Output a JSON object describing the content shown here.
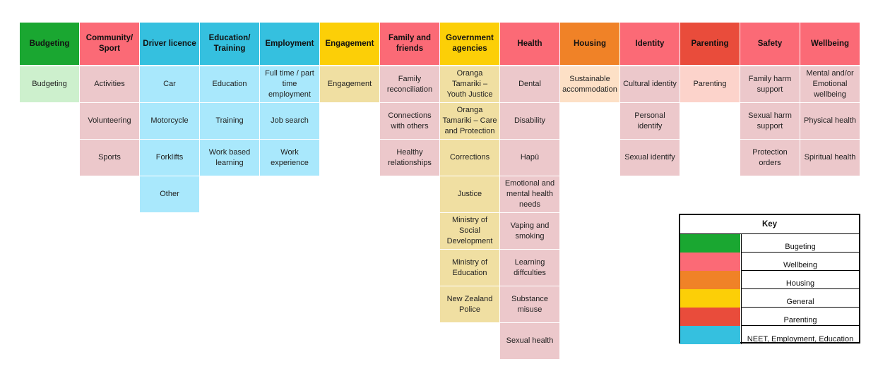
{
  "colors": {
    "dark_green": "#1aa731",
    "pink": "#fb6a76",
    "light_blue": "#a9e8fc",
    "sky": "#35c0df",
    "yellow": "#fccf07",
    "orange": "#f08227",
    "red": "#e94c3b",
    "light_green": "#cdf0cd",
    "pale_pink": "#ecc8cb",
    "tan": "#f0dfa2",
    "peach": "#fde0c6",
    "salmon": "#fcd3cb"
  },
  "columns": [
    {
      "header": "Budgeting",
      "header_color": "#1aa731",
      "cell_color": "#cdf0cd",
      "items": [
        "Budgeting"
      ]
    },
    {
      "header": "Community/ Sport",
      "header_color": "#fb6a76",
      "cell_color": "#ecc8cb",
      "items": [
        "Activities",
        "Volunteering",
        "Sports"
      ]
    },
    {
      "header": "Driver licence",
      "header_color": "#35c0df",
      "cell_color": "#a9e8fc",
      "items": [
        "Car",
        "Motorcycle",
        "Forklifts",
        "Other"
      ]
    },
    {
      "header": "Education/ Training",
      "header_color": "#35c0df",
      "cell_color": "#a9e8fc",
      "items": [
        "Education",
        "Training",
        "Work based learning"
      ]
    },
    {
      "header": "Employment",
      "header_color": "#35c0df",
      "cell_color": "#a9e8fc",
      "items": [
        "Full time / part time employment",
        "Job search",
        "Work experience"
      ]
    },
    {
      "header": "Engagement",
      "header_color": "#fccf07",
      "cell_color": "#f0dfa2",
      "items": [
        "Engagement"
      ]
    },
    {
      "header": "Family and friends",
      "header_color": "#fb6a76",
      "cell_color": "#ecc8cb",
      "items": [
        "Family reconciliation",
        "Connections with others",
        "Healthy relationships"
      ]
    },
    {
      "header": "Government agencies",
      "header_color": "#fccf07",
      "cell_color": "#f0dfa2",
      "items": [
        "Oranga Tamariki – Youth Justice",
        "Oranga Tamariki – Care and Protection",
        "Corrections",
        "Justice",
        "Ministry of Social Development",
        "Ministry of Education",
        "New Zealand Police"
      ]
    },
    {
      "header": "Health",
      "header_color": "#fb6a76",
      "cell_color": "#ecc8cb",
      "items": [
        "Dental",
        "Disability",
        "Hapū",
        "Emotional and mental health needs",
        "Vaping and smoking",
        "Learning diffculties",
        "Substance misuse",
        "Sexual health"
      ]
    },
    {
      "header": "Housing",
      "header_color": "#f08227",
      "cell_color": "#fde0c6",
      "items": [
        "Sustainable accommodation"
      ]
    },
    {
      "header": "Identity",
      "header_color": "#fb6a76",
      "cell_color": "#ecc8cb",
      "items": [
        "Cultural identity",
        "Personal identify",
        "Sexual identify"
      ]
    },
    {
      "header": "Parenting",
      "header_color": "#e94c3b",
      "cell_color": "#fcd3cb",
      "items": [
        "Parenting"
      ]
    },
    {
      "header": "Safety",
      "header_color": "#fb6a76",
      "cell_color": "#ecc8cb",
      "items": [
        "Family harm support",
        "Sexual harm support",
        "Protection orders"
      ]
    },
    {
      "header": "Wellbeing",
      "header_color": "#fb6a76",
      "cell_color": "#ecc8cb",
      "items": [
        "Mental and/or Emotional wellbeing",
        "Physical health",
        "Spiritual health"
      ]
    }
  ],
  "key": {
    "title": "Key",
    "entries": [
      {
        "label": "Bugeting",
        "color": "#1aa731"
      },
      {
        "label": "Wellbeing",
        "color": "#fb6a76"
      },
      {
        "label": "Housing",
        "color": "#f08227"
      },
      {
        "label": "General",
        "color": "#fccf07"
      },
      {
        "label": "Parenting",
        "color": "#e94c3b"
      },
      {
        "label": "NEET, Employment, Education",
        "color": "#35c0df"
      }
    ]
  }
}
